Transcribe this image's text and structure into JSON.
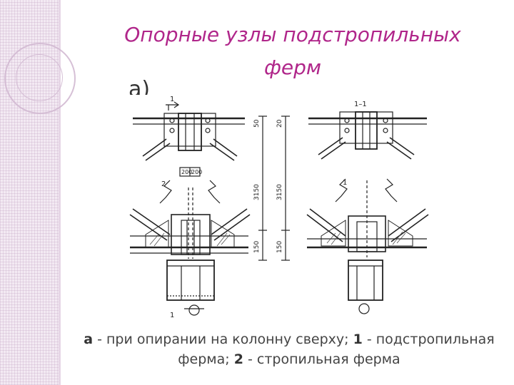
{
  "slide": {
    "title_line1": "Опорные узлы подстропильных",
    "title_line2": "ферм",
    "part_label": "а)"
  },
  "drawing": {
    "labels": {
      "mark_1_top": "1",
      "mark_1_bottom": "1",
      "section_1_1": "1–1",
      "dim_200_a": "200",
      "dim_200_b": "200",
      "dim_3150_left": "3150",
      "dim_3150_right": "3150",
      "dim_150_left": "150",
      "dim_150_right": "150",
      "dim_20": "20",
      "dim_50": "50",
      "leader_2": "2",
      "leader_1": "1"
    }
  },
  "caption": {
    "a_key": "а",
    "a_text": " - при опирании на колонну сверху; ",
    "one_key": "1",
    "one_text": " - подстропильная ферма; ",
    "two_key": "2",
    "two_text": " - стропильная ферма"
  }
}
